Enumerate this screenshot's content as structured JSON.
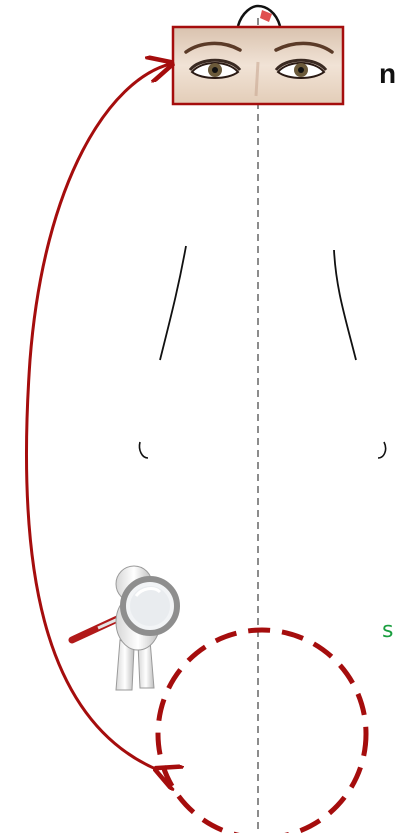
{
  "texts": {
    "top_fragment": "n",
    "side_fragment": "s"
  },
  "colors": {
    "accent": "#a50d0d",
    "hatch": "#d42626",
    "outline": "#111111",
    "centerline": "#8c8c8c",
    "green": "#1a9e3f"
  },
  "icons": {
    "eyes": "eyes-photo",
    "inspector": "magnifier-figure-icon"
  }
}
